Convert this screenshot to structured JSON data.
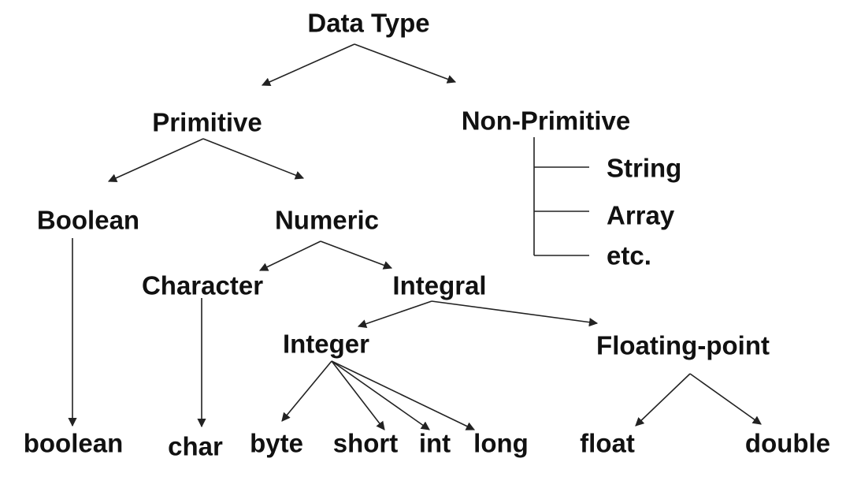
{
  "diagram": {
    "colors": {
      "text": "#111111",
      "line": "#222222",
      "background": "#ffffff"
    },
    "nodes": {
      "root": "Data Type",
      "primitive": "Primitive",
      "non_primitive": "Non-Primitive",
      "string": "String",
      "array": "Array",
      "etc": "etc.",
      "boolean_cat": "Boolean",
      "numeric": "Numeric",
      "character": "Character",
      "integral": "Integral",
      "integer": "Integer",
      "floating_point": "Floating-point",
      "boolean": "boolean",
      "char": "char",
      "byte": "byte",
      "short": "short",
      "int": "int",
      "long": "long",
      "float": "float",
      "double": "double"
    },
    "edges": [
      [
        "root",
        "primitive"
      ],
      [
        "root",
        "non_primitive"
      ],
      [
        "primitive",
        "boolean_cat"
      ],
      [
        "primitive",
        "numeric"
      ],
      [
        "non_primitive",
        "string"
      ],
      [
        "non_primitive",
        "array"
      ],
      [
        "non_primitive",
        "etc"
      ],
      [
        "numeric",
        "character"
      ],
      [
        "numeric",
        "integral"
      ],
      [
        "integral",
        "integer"
      ],
      [
        "integral",
        "floating_point"
      ],
      [
        "boolean_cat",
        "boolean"
      ],
      [
        "character",
        "char"
      ],
      [
        "integer",
        "byte"
      ],
      [
        "integer",
        "short"
      ],
      [
        "integer",
        "int"
      ],
      [
        "integer",
        "long"
      ],
      [
        "floating_point",
        "float"
      ],
      [
        "floating_point",
        "double"
      ]
    ]
  }
}
